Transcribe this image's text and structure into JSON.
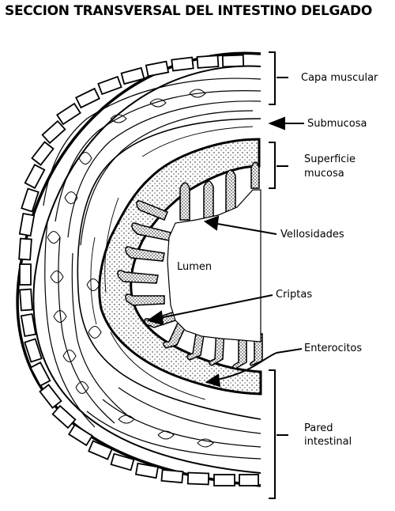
{
  "title": "SECCION TRANSVERSAL DEL INTESTINO DELGADO",
  "labels": {
    "capa_muscular": "Capa muscular",
    "submucosa": "Submucosa",
    "superficie_mucosa_1": "Superficie",
    "superficie_mucosa_2": "mucosa",
    "vellosidades": "Vellosidades",
    "lumen": "Lumen",
    "criptas": "Criptas",
    "enterocitos": "Enterocitos",
    "pared_intestinal_1": "Pared",
    "pared_intestinal_2": "intestinal"
  }
}
